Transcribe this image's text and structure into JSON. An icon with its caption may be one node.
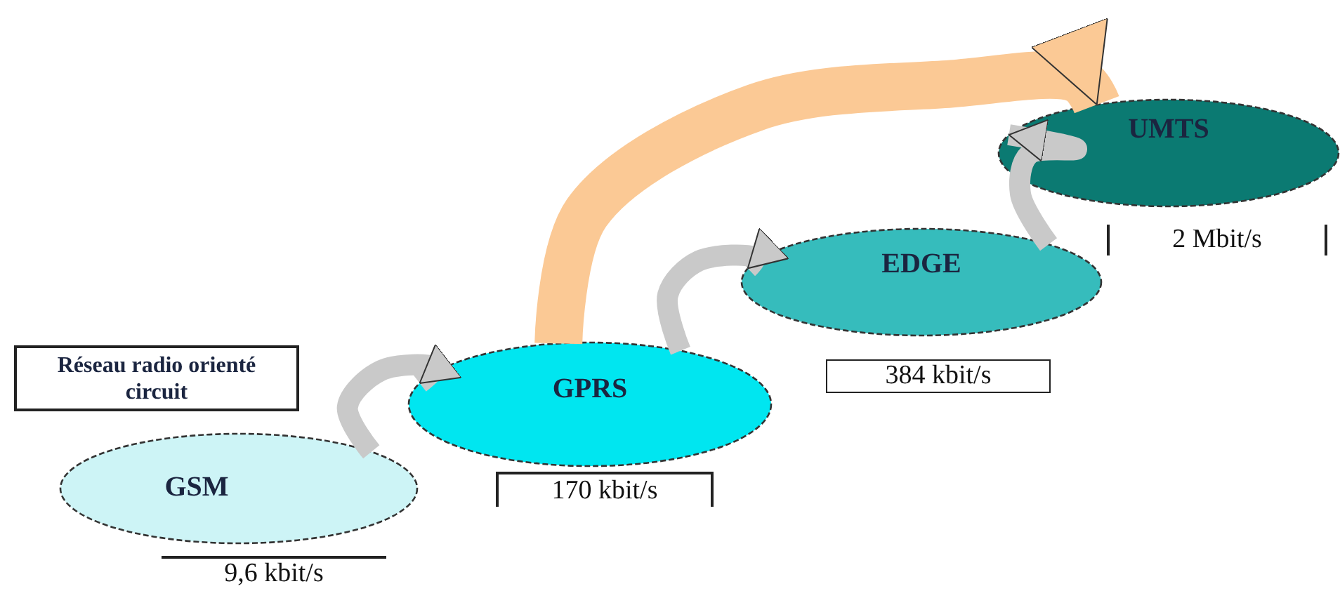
{
  "diagram": {
    "nodes": [
      {
        "text": [
          "Réseau radio orienté circuit"
        ]
      },
      {
        "text": [
          "GSM"
        ],
        "beside": [
          "9,6 kbit/s"
        ]
      },
      {
        "text": [
          "GPRS"
        ],
        "beside": [
          "170 kbit/s"
        ]
      },
      {
        "text": [
          "EDGE"
        ],
        "beside": [
          "384 kbit/s"
        ]
      },
      {
        "text": [
          "UMTS"
        ],
        "beside": [
          "2 Mbit/s"
        ]
      }
    ],
    "edges": [
      {
        "from": 1,
        "to": 2,
        "arrow": "to"
      },
      {
        "from": 2,
        "to": 3,
        "arrow": "to"
      },
      {
        "from": 3,
        "to": 4,
        "arrow": "to"
      },
      {
        "from": 2,
        "to": 4,
        "arrow": "to",
        "style": "thick",
        "color": "#fbc995"
      }
    ]
  }
}
